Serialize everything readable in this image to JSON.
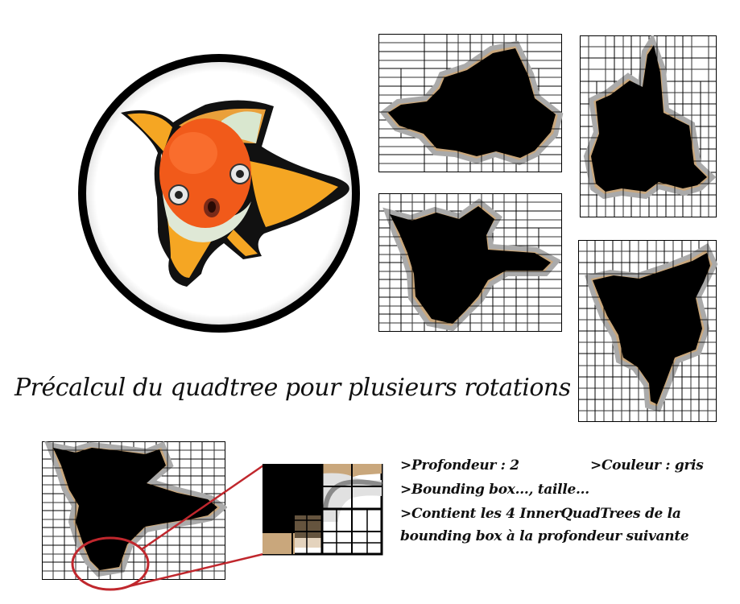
{
  "caption": "Précalcul du quadtree pour plusieurs rotations",
  "notes": {
    "depth": ">Profondeur : 2",
    "color": ">Couleur : gris",
    "bbox": ">Bounding box..., taille...",
    "contains_line1": ">Contient les 4 InnerQuadTrees de la",
    "contains_line2": "bounding box à la profondeur suivante"
  },
  "colors": {
    "fish_orange": "#f15a1a",
    "fin_orange": "#f5a623",
    "fish_belly": "#dfe8d6",
    "ring": "#000000",
    "highlight": "#c0272d",
    "halo_gray": "#b9b9b9",
    "tan": "#c9a77c"
  }
}
